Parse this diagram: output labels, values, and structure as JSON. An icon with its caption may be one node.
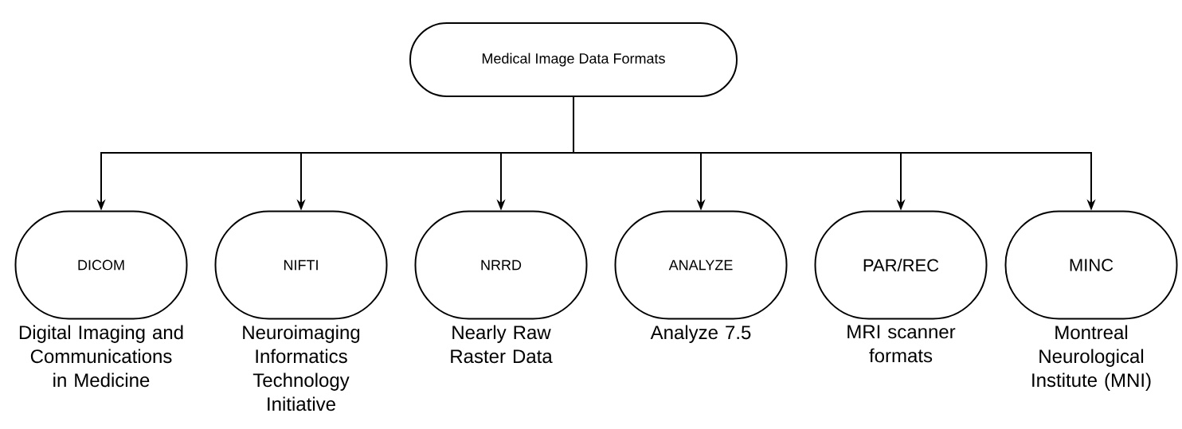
{
  "diagram": {
    "nodes": [
      {
        "text": [
          "Medical Image Data Formats"
        ]
      },
      {
        "text": [
          "DICOM"
        ],
        "beside": [
          "Digital Imaging and Communications in Medicine"
        ]
      },
      {
        "text": [
          "NIFTI"
        ],
        "beside": [
          "Neuroimaging Informatics Technology Initiative"
        ]
      },
      {
        "text": [
          "NRRD"
        ],
        "beside": [
          "Nearly Raw Raster Data"
        ]
      },
      {
        "text": [
          "ANALYZE"
        ],
        "beside": [
          "Analyze 7.5"
        ]
      },
      {
        "text": [
          "PAR/REC"
        ],
        "beside": [
          "MRI scanner formats"
        ]
      },
      {
        "text": [
          "MINC"
        ],
        "beside": [
          "Montreal Neurological Institute (MNI)"
        ]
      }
    ],
    "edges": [
      {
        "from": 0,
        "to": 1,
        "arrow": "to"
      },
      {
        "from": 0,
        "to": 2,
        "arrow": "to"
      },
      {
        "from": 0,
        "to": 3,
        "arrow": "to"
      },
      {
        "from": 0,
        "to": 4,
        "arrow": "to"
      },
      {
        "from": 0,
        "to": 5,
        "arrow": "to"
      },
      {
        "from": 0,
        "to": 6,
        "arrow": "to"
      }
    ]
  }
}
